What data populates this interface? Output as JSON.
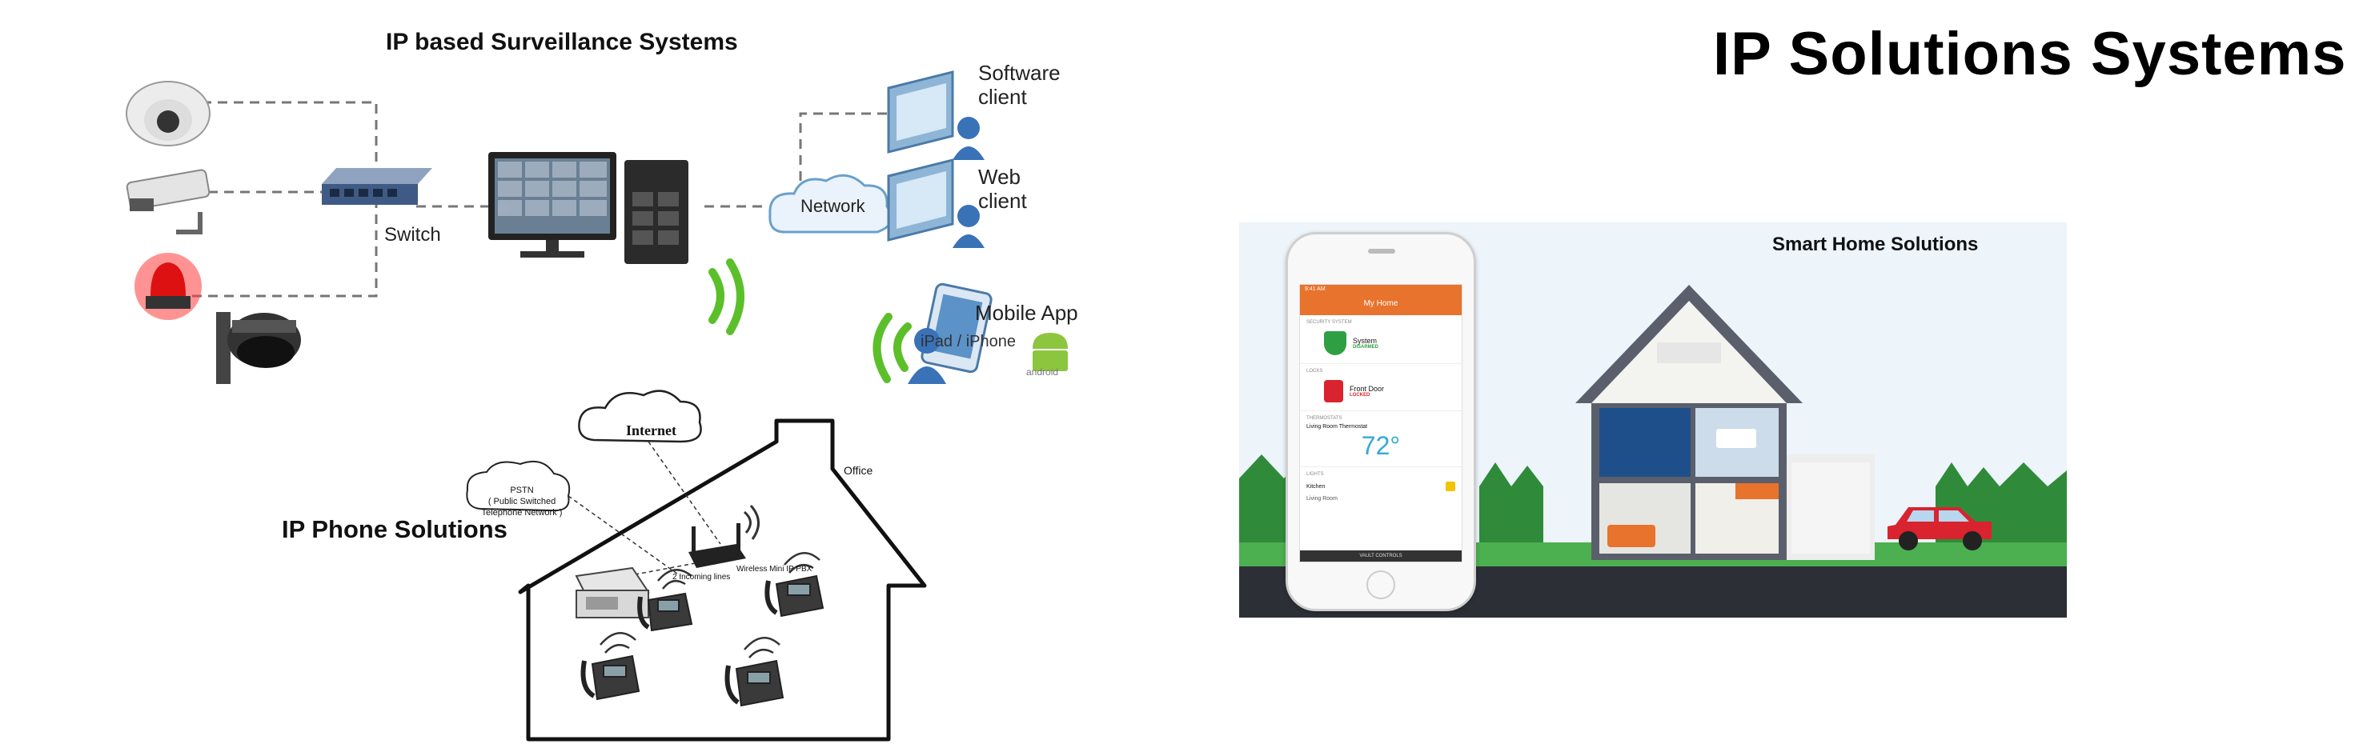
{
  "page": {
    "title": "IP Solutions Systems"
  },
  "surveillance": {
    "title": "IP based Surveillance Systems",
    "switch_label": "Switch",
    "network_label": "Network",
    "software_client": "Software client",
    "web_client": "Web client",
    "mobile_app": "Mobile App",
    "mobile_sub": "iPad / iPhone",
    "android_label": "android"
  },
  "phone": {
    "title": "IP Phone Solutions",
    "internet_label": "Internet",
    "pstn_line1": "PSTN",
    "pstn_line2": "( Public Switched",
    "pstn_line3": "Telephone Network )",
    "office_label": "Office",
    "incoming_lines": "2 Incoming lines",
    "pbx_label": "Wireless Mini IP PBX"
  },
  "smart_home": {
    "title": "Smart Home Solutions",
    "app_header": "My Home",
    "status_bar_time": "9:41 AM",
    "sections": [
      {
        "header": "SECURITY SYSTEM",
        "item": "System",
        "status": "DISARMED"
      },
      {
        "header": "LOCKS",
        "item": "Front Door",
        "status": "LOCKED"
      },
      {
        "header": "THERMOSTATS",
        "item": "Living Room Thermostat",
        "value": "72°"
      },
      {
        "header": "LIGHTS",
        "item": "Kitchen",
        "item2": "Living Room"
      }
    ],
    "footer_brand": "VAULT CONTROLS",
    "colors": {
      "accent": "#e8732c",
      "secure": "#2ea043",
      "locked": "#d9232e",
      "temp": "#35a9d8"
    }
  }
}
